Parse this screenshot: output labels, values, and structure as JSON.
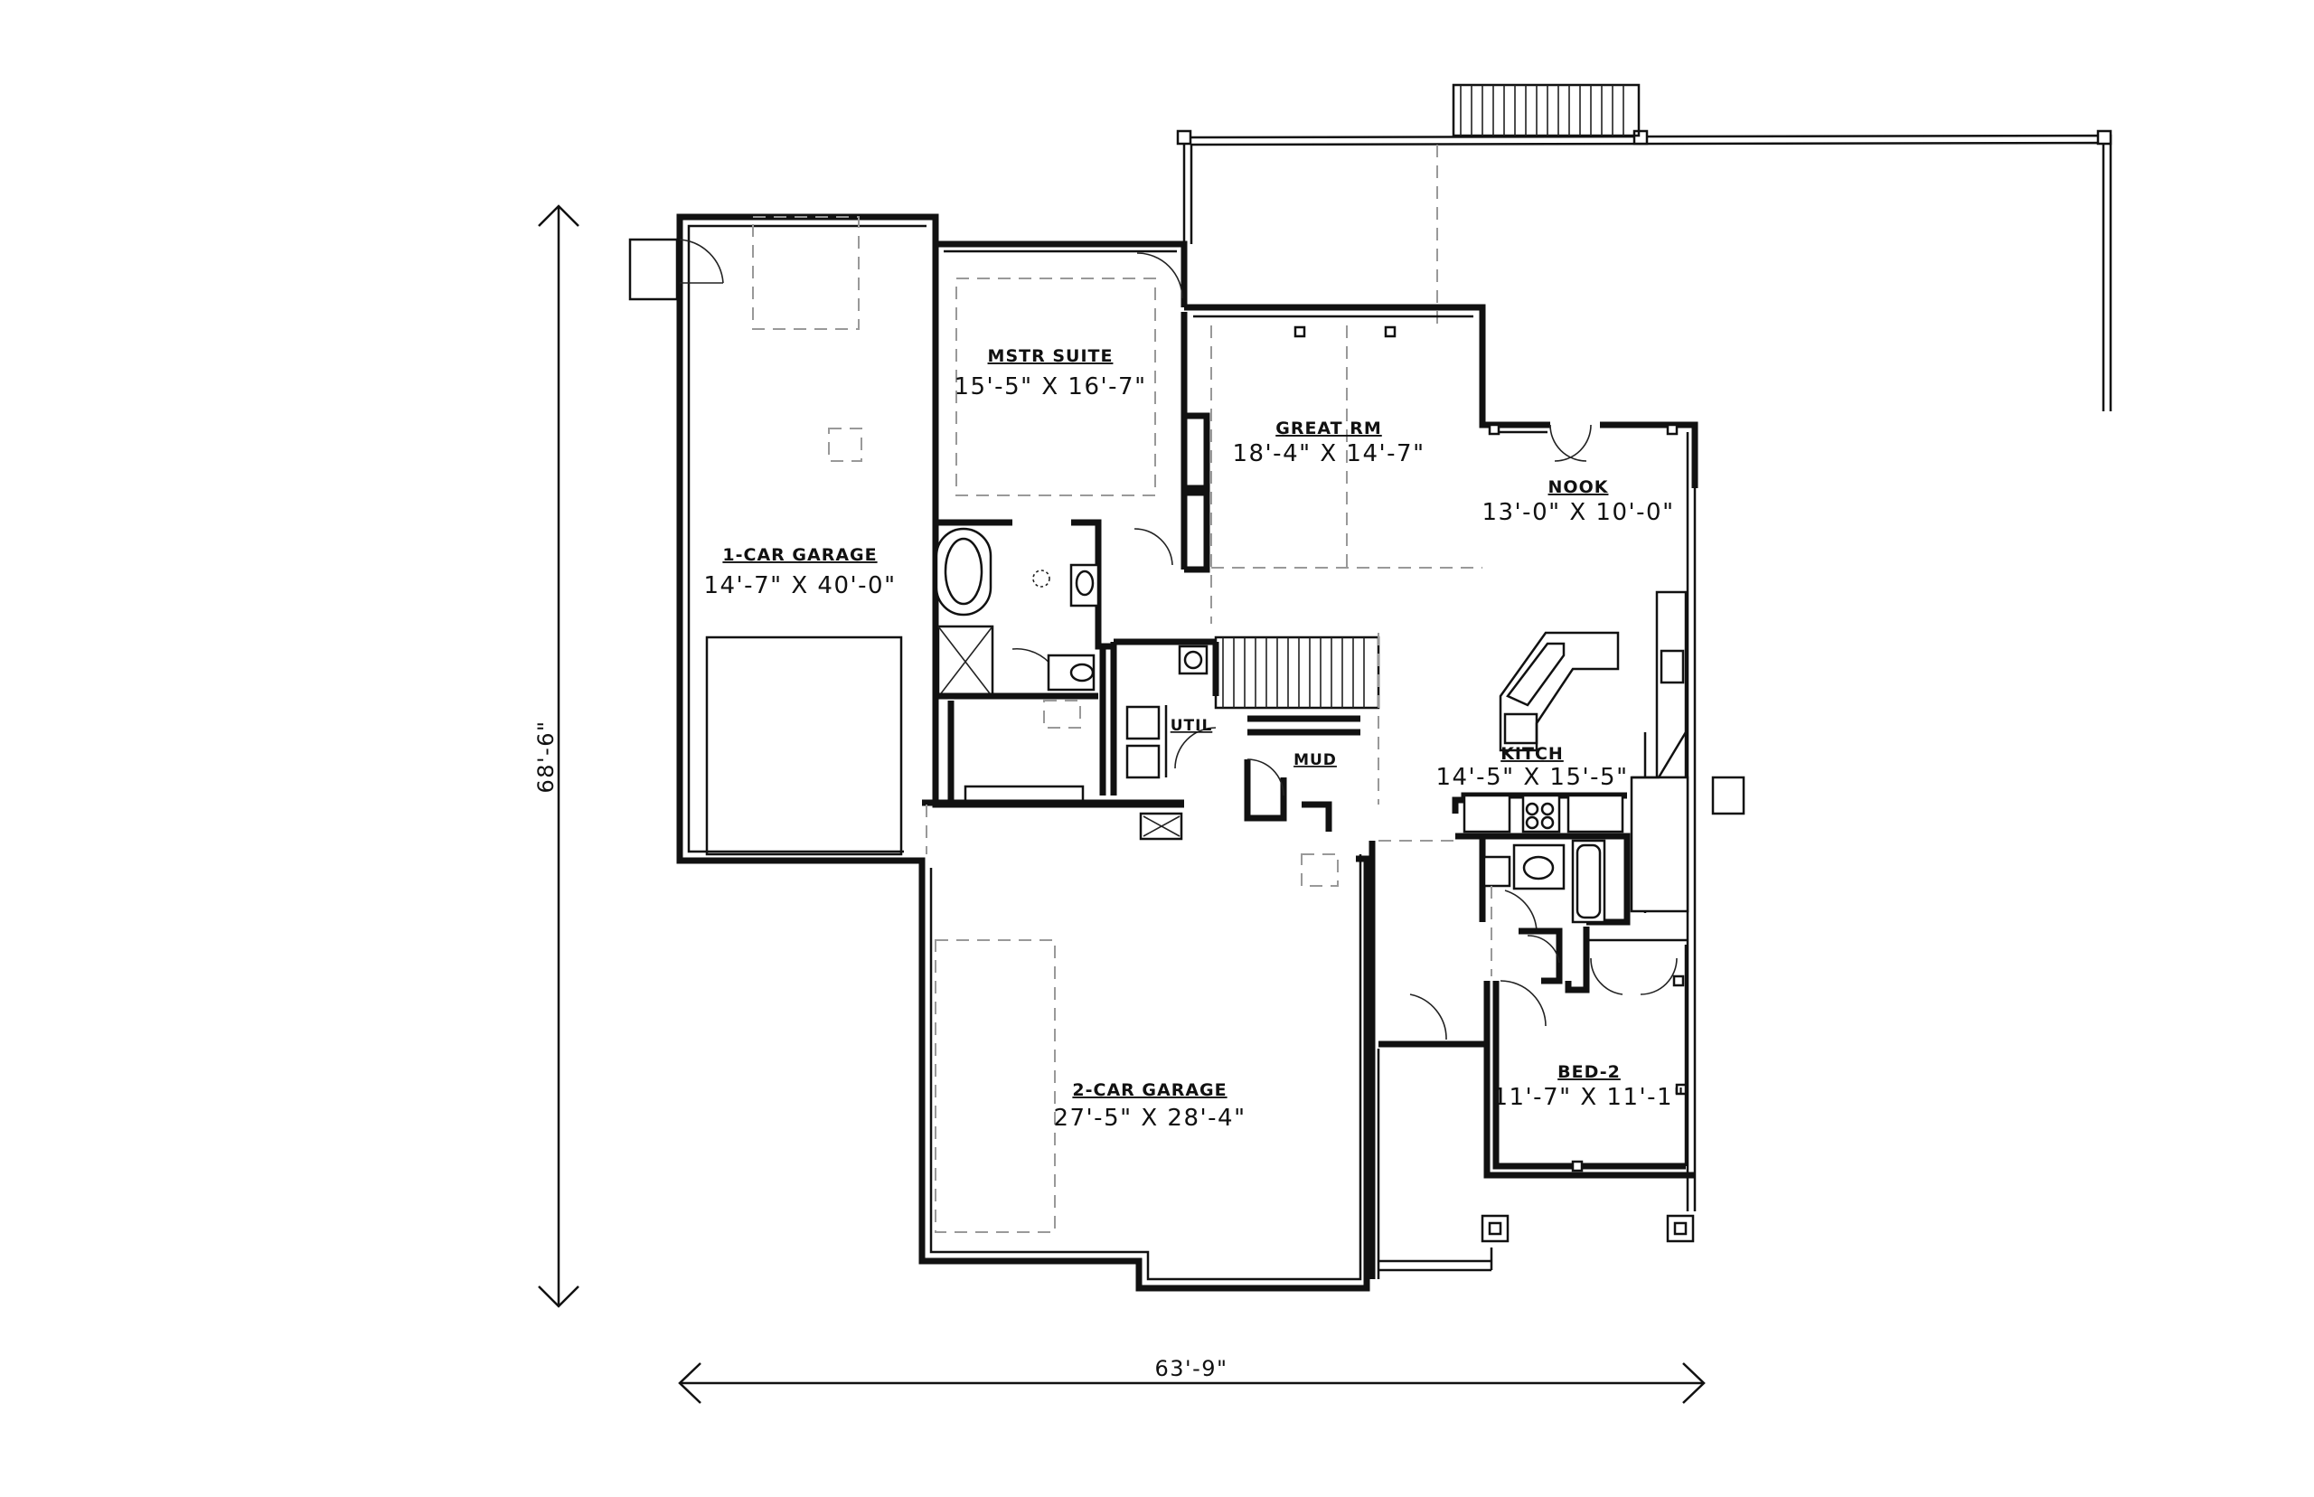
{
  "rooms": [
    {
      "id": "garage1",
      "name": "1-CAR GARAGE",
      "size": "14'-7\" X 40'-0\""
    },
    {
      "id": "master",
      "name": "MSTR SUITE",
      "size": "15'-5\" X 16'-7\""
    },
    {
      "id": "great",
      "name": "GREAT RM",
      "size": "18'-4\" X 14'-7\""
    },
    {
      "id": "nook",
      "name": "NOOK",
      "size": "13'-0\" X 10'-0\""
    },
    {
      "id": "kitch",
      "name": "KITCH",
      "size": "14'-5\" X 15'-5\""
    },
    {
      "id": "util",
      "name": "UTIL",
      "size": ""
    },
    {
      "id": "mud",
      "name": "MUD",
      "size": ""
    },
    {
      "id": "garage2",
      "name": "2-CAR GARAGE",
      "size": "27'-5\" X 28'-4\""
    },
    {
      "id": "bed2",
      "name": "BED-2",
      "size": "11'-7\" X 11'-1\""
    }
  ],
  "dimensions": {
    "overall_width": "63'-9\"",
    "overall_depth": "68'-6\""
  }
}
